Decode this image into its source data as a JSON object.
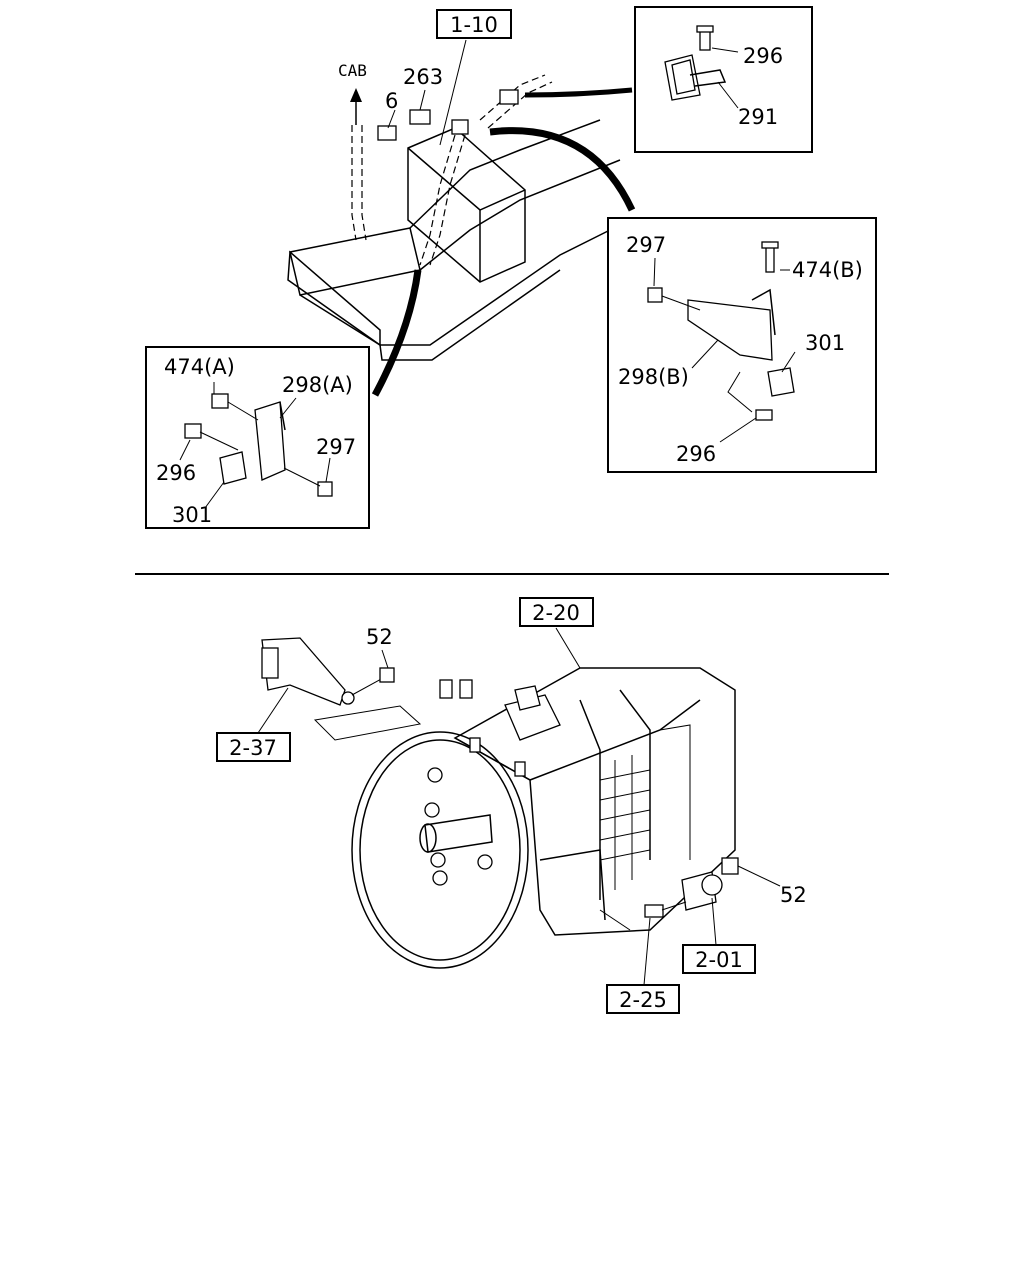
{
  "labels": {
    "ref_1_10": "1-10",
    "cab": "CAB",
    "p263": "263",
    "p6": "6",
    "p296_top": "296",
    "p291": "291",
    "p297_right": "297",
    "p474b": "474(B)",
    "p301_right": "301",
    "p298b": "298(B)",
    "p296_right": "296",
    "p474a": "474(A)",
    "p298a": "298(A)",
    "p297_left": "297",
    "p296_left": "296",
    "p301_left": "301",
    "ref_2_20": "2-20",
    "p52_top": "52",
    "ref_2_37": "2-37",
    "p52_right": "52",
    "ref_2_01": "2-01",
    "ref_2_25": "2-25"
  }
}
